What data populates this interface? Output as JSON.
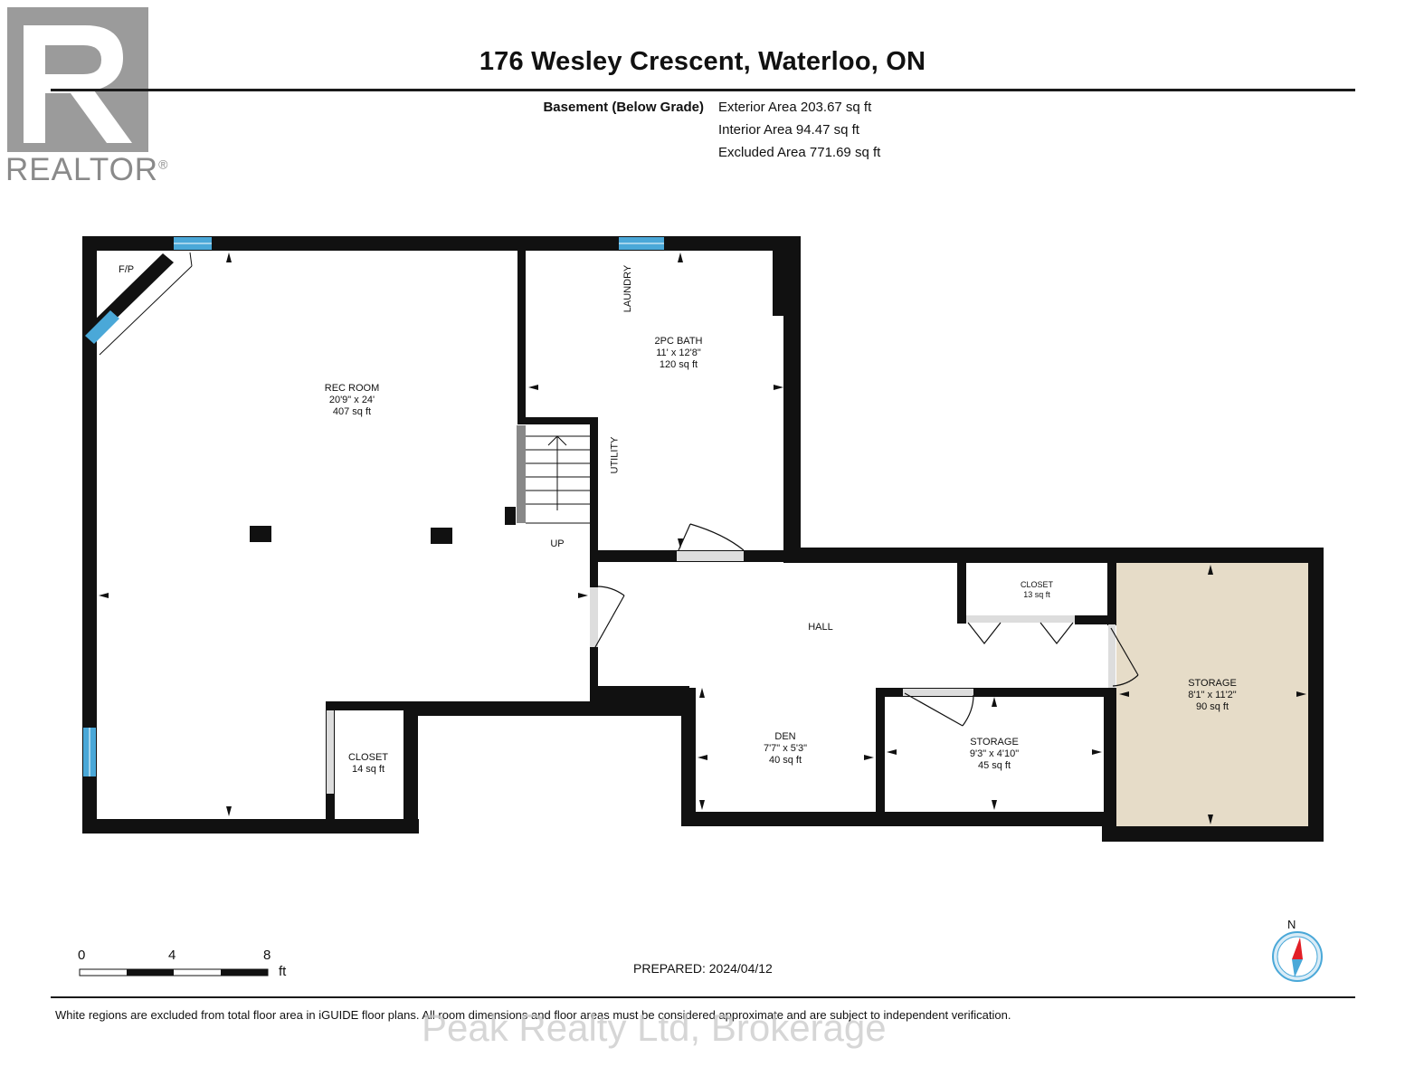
{
  "header": {
    "address": "176 Wesley Crescent, Waterloo, ON",
    "level_name": "Basement (Below Grade)",
    "exterior_area": "Exterior Area 203.67 sq ft",
    "interior_area": "Interior Area 94.47 sq ft",
    "excluded_area": "Excluded Area 771.69 sq ft"
  },
  "logo": {
    "text": "REALTOR",
    "reg_mark": "®"
  },
  "rooms": {
    "fp": "F/P",
    "laundry": "LAUNDRY",
    "utility": "UTILITY",
    "up": "UP",
    "hall": "HALL",
    "bath": {
      "name": "2PC BATH",
      "dims": "11' x 12'8\"",
      "area": "120 sq ft"
    },
    "rec": {
      "name": "REC ROOM",
      "dims": "20'9\" x 24'",
      "area": "407 sq ft"
    },
    "closet_small": {
      "name": "CLOSET",
      "area": "13 sq ft"
    },
    "closet_rec": {
      "name": "CLOSET",
      "area": "14 sq ft"
    },
    "den": {
      "name": "DEN",
      "dims": "7'7\" x 5'3\"",
      "area": "40 sq ft"
    },
    "storage_small": {
      "name": "STORAGE",
      "dims": "9'3\" x 4'10\"",
      "area": "45 sq ft"
    },
    "storage_large": {
      "name": "STORAGE",
      "dims": "8'1\" x 11'2\"",
      "area": "90 sq ft"
    }
  },
  "scale": {
    "tick_0": "0",
    "tick_4": "4",
    "tick_8": "8",
    "unit": "ft"
  },
  "prepared": "PREPARED: 2024/04/12",
  "north": "N",
  "disclaimer": "White regions are excluded from total floor area in iGUIDE floor plans. All room dimensions and floor areas must be considered approximate and are subject to independent verification.",
  "watermark": "Peak Realty Ltd, Brokerage",
  "colors": {
    "wall": "#111111",
    "window": "#4aa8d8",
    "excluded_fill": "#e6dcc8",
    "door": "#dddddd"
  }
}
